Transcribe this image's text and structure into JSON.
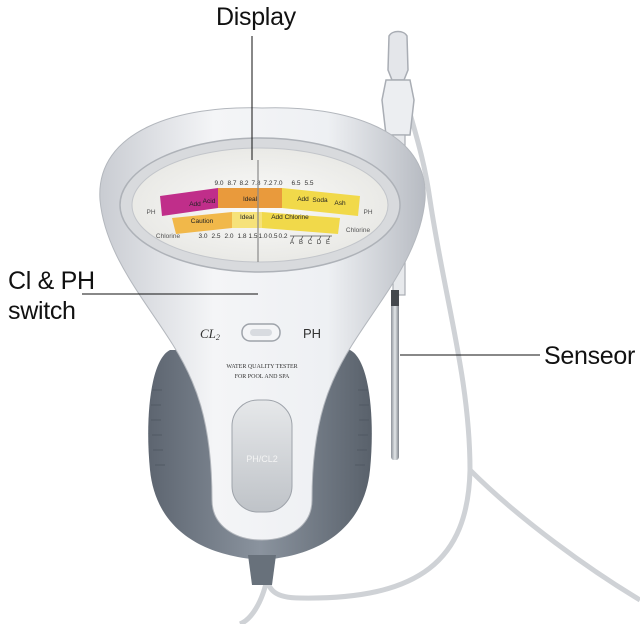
{
  "callouts": {
    "display": "Display",
    "switch_line1": "Cl & PH",
    "switch_line2": "switch",
    "sensor": "Senseor"
  },
  "dial": {
    "upper_scale": [
      "9.0",
      "8.7",
      "8.2",
      "7.8",
      "7.2",
      "7.0",
      "6.5",
      "5.5"
    ],
    "lower_scale": [
      "3.0",
      "2.5",
      "2.0",
      "1.8",
      "1.5",
      "1.0",
      "0.5",
      "0.2"
    ],
    "letters": [
      "A",
      "B",
      "C",
      "D",
      "E"
    ],
    "ph_side": "PH",
    "ph_right": "PH",
    "chlorine_left": "Chlorine",
    "chlorine_right": "Chlorine",
    "band_add": "Add",
    "band_acid": "Acid",
    "band_ideal": "Ideal",
    "band_add2": "Add",
    "band_soda": "Soda",
    "band_ash": "Ash",
    "band_caution": "Caution",
    "band_ideal2": "Ideal",
    "band_add_chlorine": "Add Chlorine"
  },
  "device": {
    "switch_left": "CL",
    "switch_left_sub": "2",
    "switch_right": "PH",
    "label_line1": "WATER QUALITY TESTER",
    "label_line2": "FOR POOL AND SPA",
    "window_label": "PH/CL2"
  },
  "colors": {
    "body_white": "#eceef2",
    "body_grey": "#76808c",
    "band_magenta": "#c02e8a",
    "band_yellow": "#f1d94a",
    "band_orange": "#e99a3c"
  }
}
